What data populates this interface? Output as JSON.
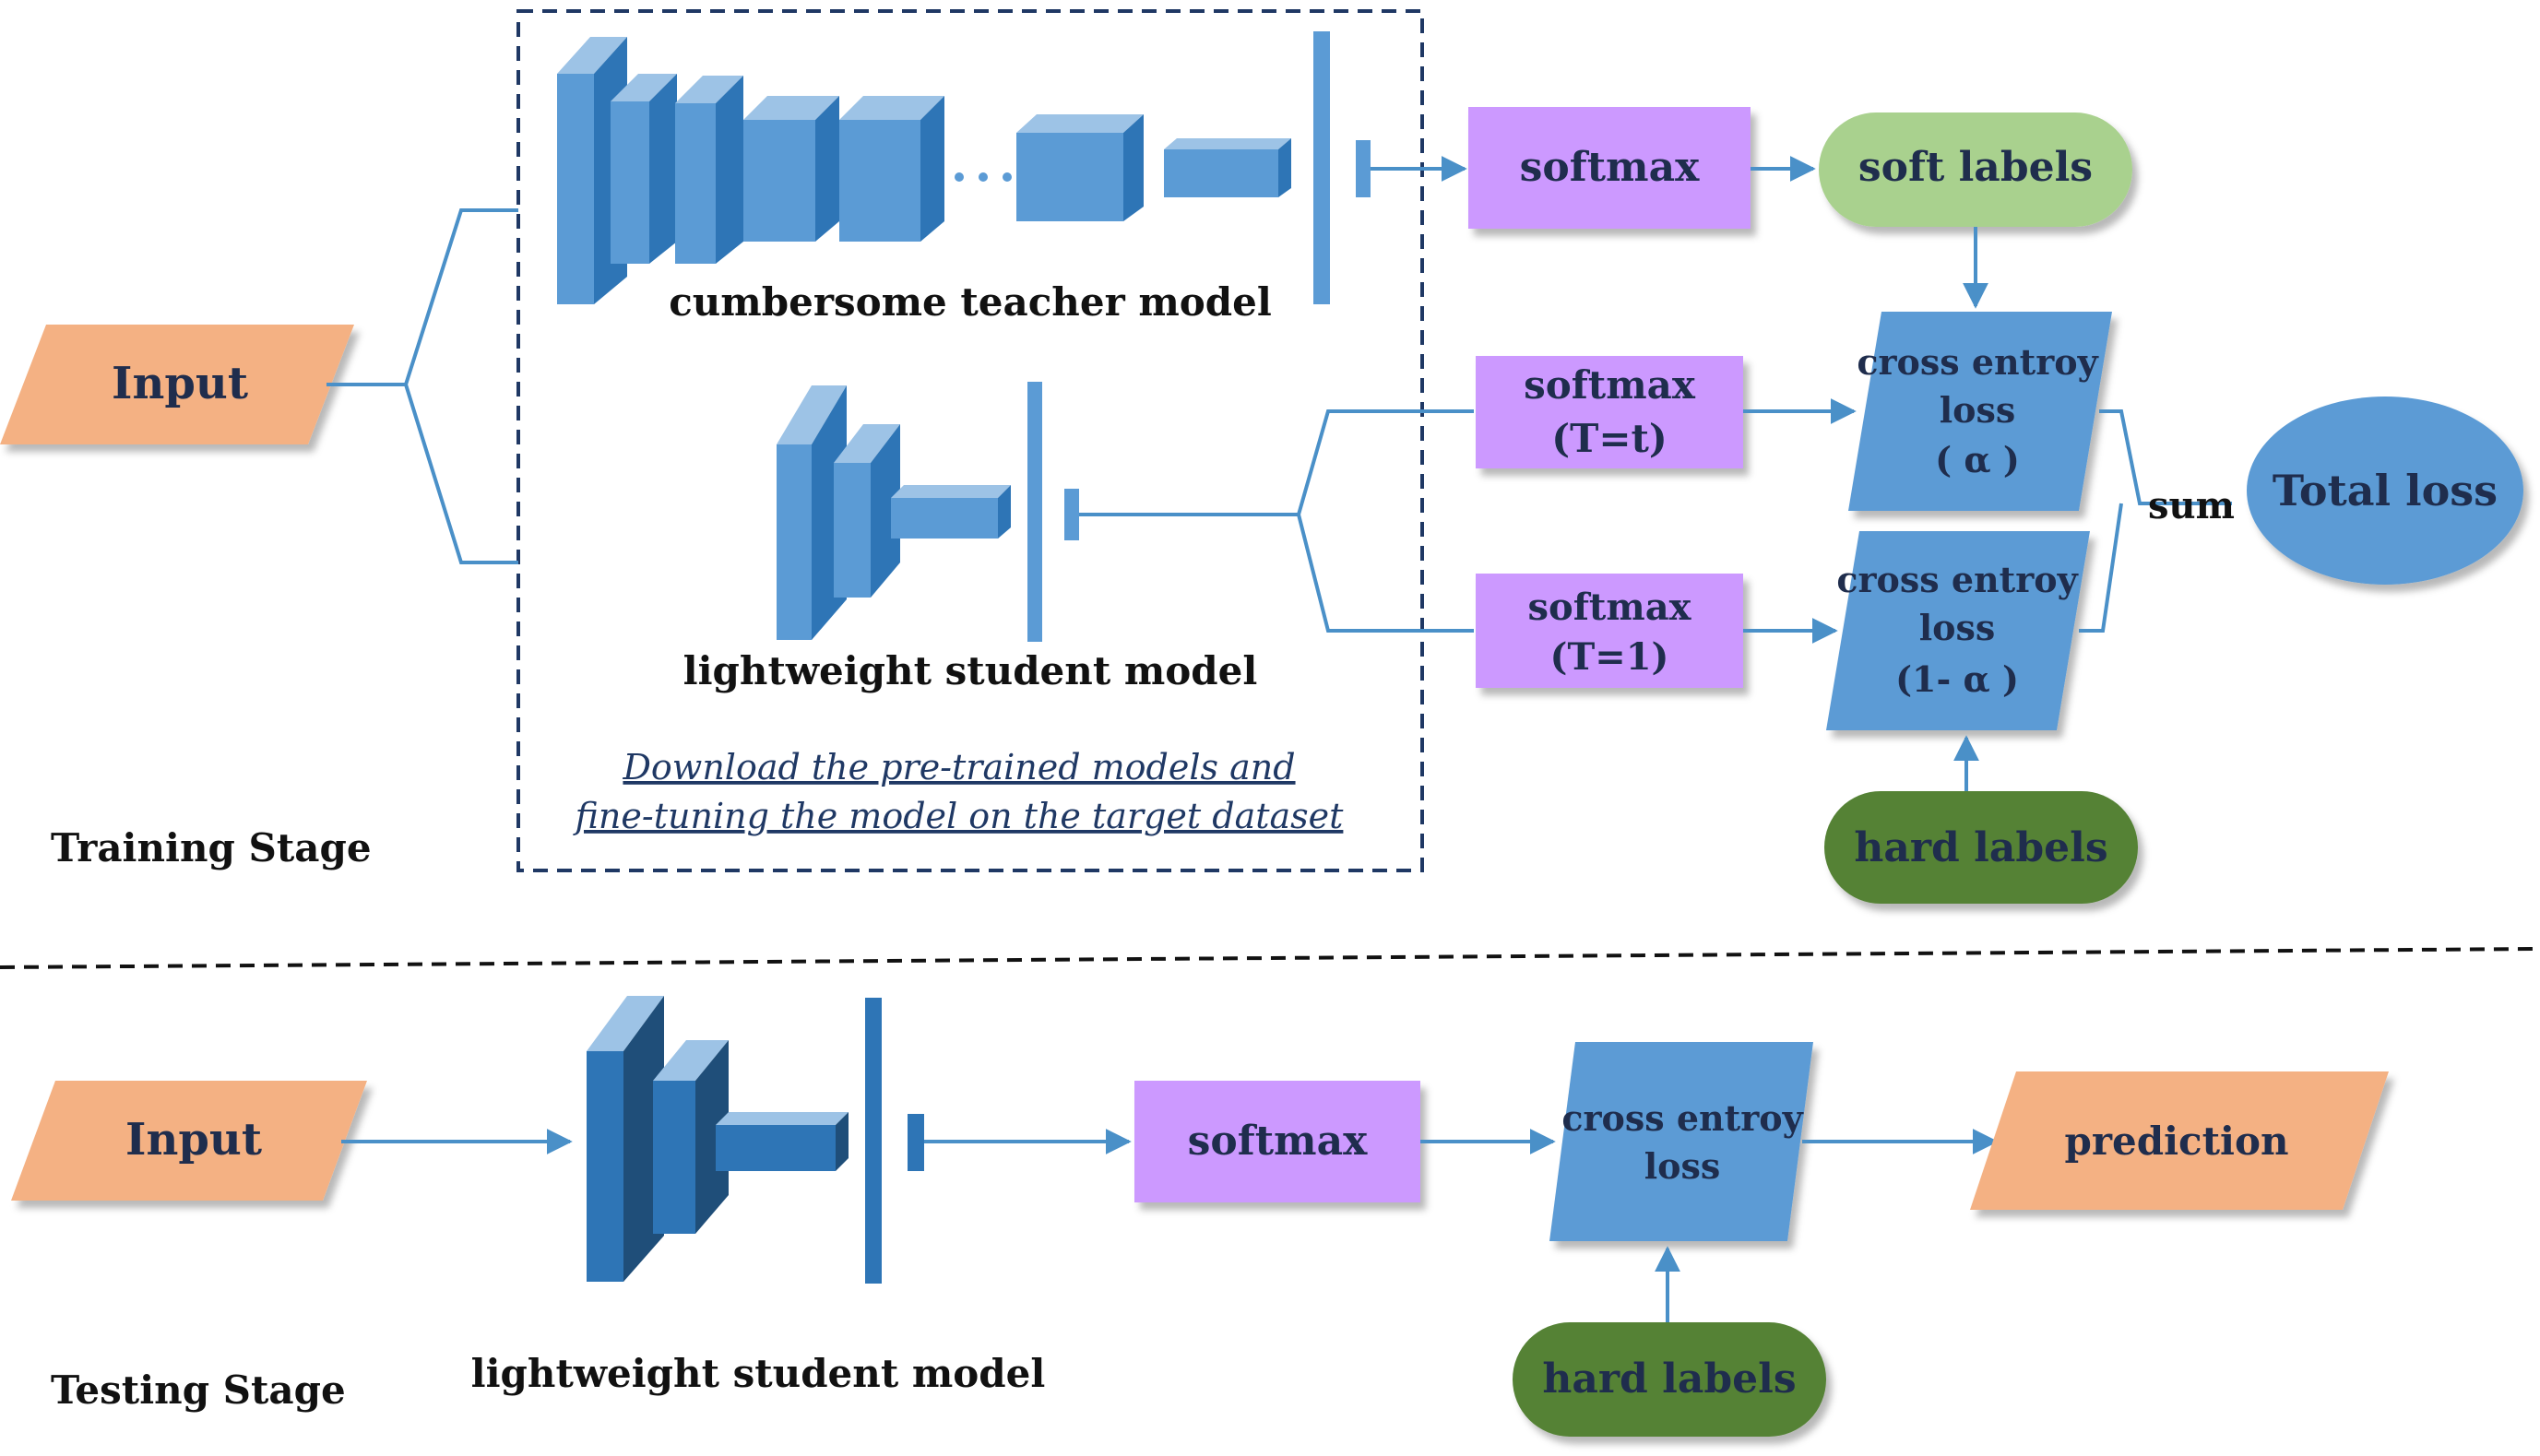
{
  "training": {
    "stage_label": "Training Stage",
    "input_label": "Input",
    "teacher_label": "cumbersome teacher model",
    "student_label": "lightweight student model",
    "caption_line1": "Download the pre-trained models and",
    "caption_line2": "fine-tuning the model on the target dataset",
    "softmax_teacher": "softmax",
    "soft_labels": "soft labels",
    "softmax_t_line1": "softmax",
    "softmax_t_line2": "(T=t)",
    "softmax_1_line1": "softmax",
    "softmax_1_line2": "(T=1)",
    "ce_alpha_line1": "cross entroy",
    "ce_alpha_line2": "loss",
    "ce_alpha_line3": "( α )",
    "ce_1alpha_line1": "cross entroy",
    "ce_1alpha_line2": "loss",
    "ce_1alpha_line3": "(1- α )",
    "sum_label": "sum",
    "total_loss": "Total loss",
    "hard_labels": "hard labels"
  },
  "testing": {
    "stage_label": "Testing Stage",
    "input_label": "Input",
    "student_label": "lightweight student model",
    "softmax": "softmax",
    "ce_line1": "cross entroy",
    "ce_line2": "loss",
    "prediction": "prediction",
    "hard_labels": "hard labels"
  },
  "colors": {
    "input_fill": "#f4b183",
    "softmax_fill": "#cc99ff",
    "soft_labels_fill": "#a9d18e",
    "hard_labels_fill": "#548235",
    "loss_fill": "#5b9bd5",
    "block_front": "#5b9bd5",
    "block_top": "#9dc3e6",
    "block_side": "#2e75b6",
    "line": "#4a90c8",
    "text_dark": "#1f2d4d"
  }
}
